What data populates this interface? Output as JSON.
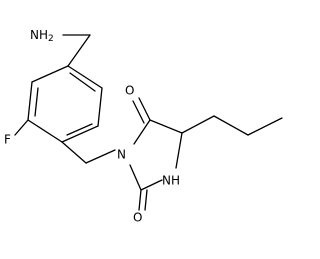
{
  "atoms": {
    "amine": "NH",
    "amine_sub": "2",
    "fluorine": "F",
    "ring_n": "N",
    "ring_nh": "NH",
    "oxygen_top": "O",
    "oxygen_bottom": "O"
  },
  "colors": {
    "bond": "#000000",
    "label": "#000000",
    "background": "#ffffff"
  }
}
